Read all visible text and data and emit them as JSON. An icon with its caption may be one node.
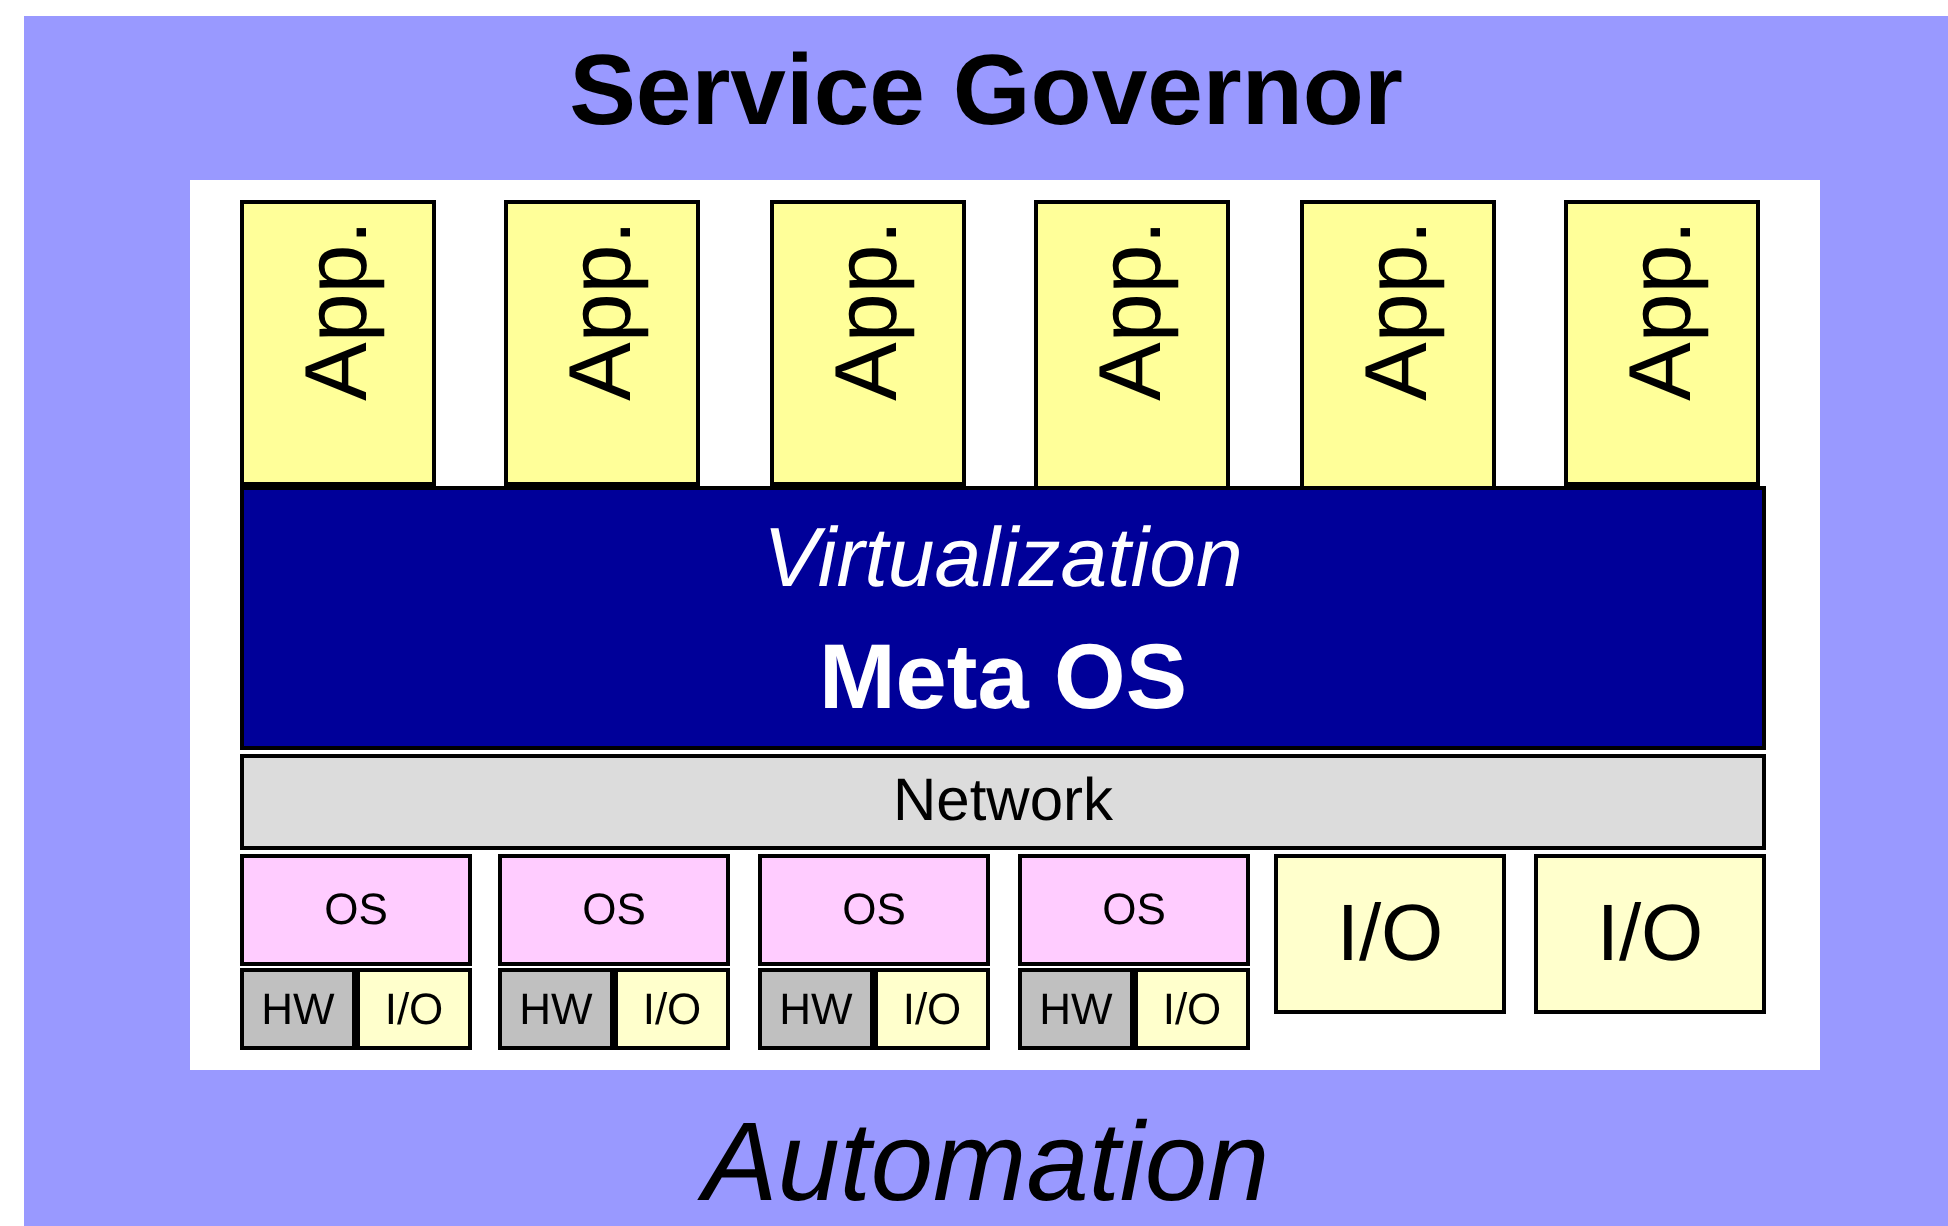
{
  "diagram": {
    "nodes": [
      {
        "text": [
          "Service Governor",
          "Automation"
        ]
      },
      {
        "text": [],
        "shape": "box",
        "in": 0
      },
      {
        "text": [
          "App."
        ],
        "in": 1
      },
      {
        "text": [
          "App."
        ],
        "in": 1
      },
      {
        "text": [
          "App."
        ],
        "in": 1
      },
      {
        "text": [
          "App."
        ],
        "in": 1
      },
      {
        "text": [
          "App."
        ],
        "in": 1
      },
      {
        "text": [
          "App."
        ],
        "in": 1
      },
      {
        "text": [
          "Virtualization",
          "Meta OS"
        ],
        "in": 1
      },
      {
        "text": [
          "Network"
        ],
        "in": 1
      },
      {
        "text": [
          "OS"
        ],
        "in": 1
      },
      {
        "text": [
          "OS"
        ],
        "in": 1
      },
      {
        "text": [
          "OS"
        ],
        "in": 1
      },
      {
        "text": [
          "OS"
        ],
        "in": 1
      },
      {
        "text": [
          "I/O"
        ],
        "in": 1
      },
      {
        "text": [
          "I/O"
        ],
        "in": 1
      },
      {
        "text": [
          "HW"
        ],
        "in": 1
      },
      {
        "text": [
          "I/O"
        ],
        "in": 1
      },
      {
        "text": [
          "HW"
        ],
        "in": 1
      },
      {
        "text": [
          "I/O"
        ],
        "in": 1
      },
      {
        "text": [
          "HW"
        ],
        "in": 1
      },
      {
        "text": [
          "I/O"
        ],
        "in": 1
      },
      {
        "text": [
          "HW"
        ],
        "in": 1
      },
      {
        "text": [
          "I/O"
        ],
        "in": 1
      }
    ],
    "edges": []
  }
}
